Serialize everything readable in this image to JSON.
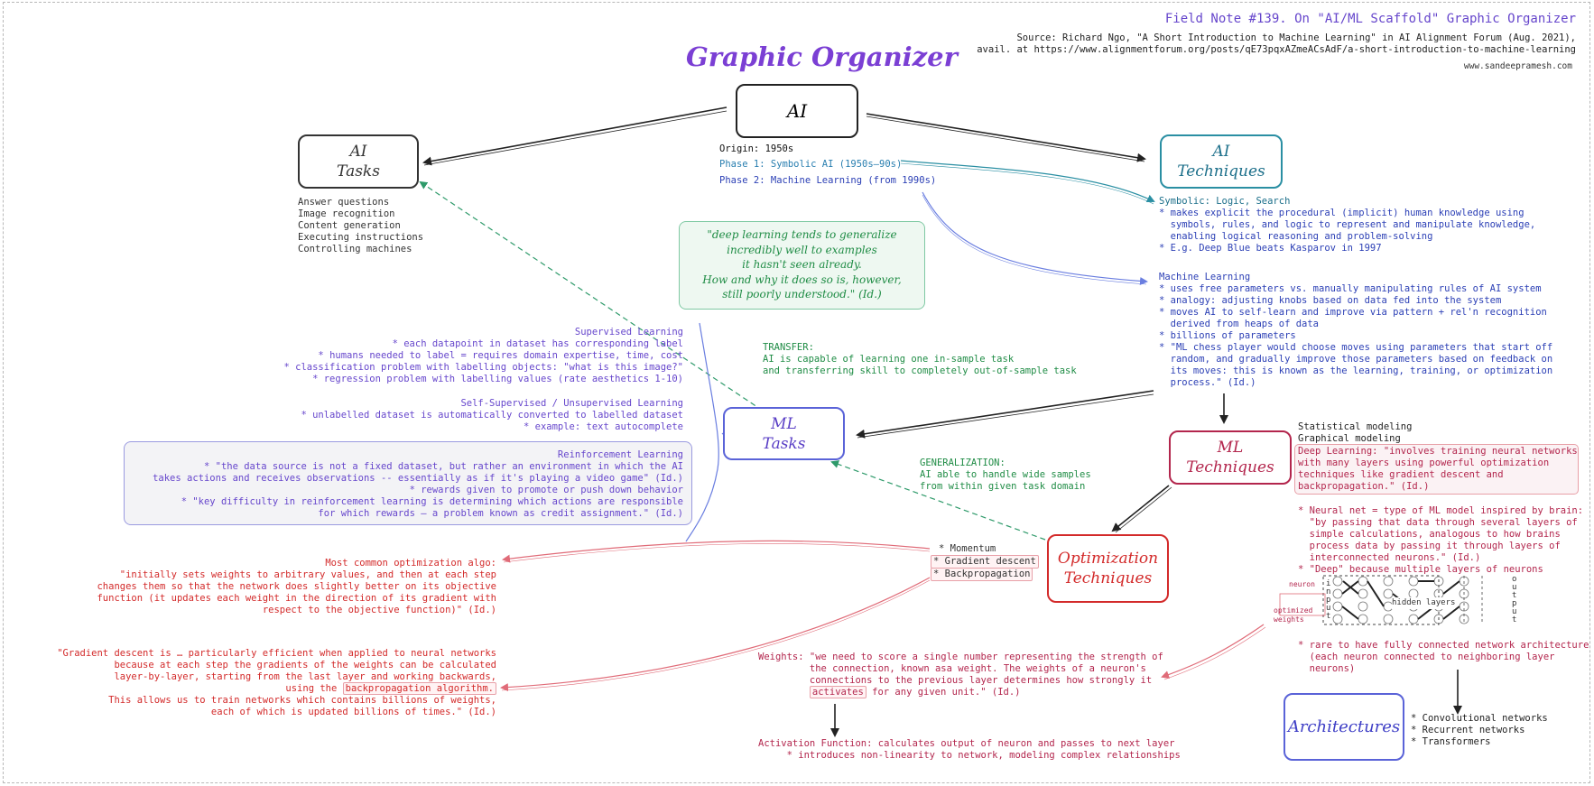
{
  "header": {
    "field_note": "Field Note #139. On \"AI/ML Scaffold\" Graphic Organizer",
    "source_line1": "Source: Richard Ngo, \"A Short Introduction to Machine Learning\" in AI Alignment Forum (Aug. 2021),",
    "source_line2": "avail. at https://www.alignmentforum.org/posts/qE73pqxAZmeACsAdF/a-short-introduction-to-machine-learning",
    "website": "www.sandeepramesh.com"
  },
  "title": "Graphic Organizer",
  "colors": {
    "title": "#7b3fd4",
    "blue": "#2b3fb5",
    "teal": "#1c6f8a",
    "purple": "#6646cc",
    "green": "#1f8c45",
    "red": "#d32a2a",
    "crimson": "#b3264d"
  },
  "nodes": {
    "ai": "AI",
    "ai_tasks": "AI\nTasks",
    "ai_techniques": "AI\nTechniques",
    "ml_tasks": "ML\nTasks",
    "ml_techniques": "ML\nTechniques",
    "optimization_techniques": "Optimization\nTechniques",
    "architectures": "Architectures"
  },
  "ai_origin": {
    "origin": "Origin: 1950s",
    "phase1": "Phase 1: Symbolic AI (1950s–90s)",
    "phase2": "Phase 2: Machine Learning (from 1990s)"
  },
  "ai_tasks_list": "Answer questions\nImage recognition\nContent generation\nExecuting instructions\nControlling machines",
  "symbolic": {
    "heading": "Symbolic: Logic, Search",
    "body": "* makes explicit the procedural (implicit) human knowledge using\n  symbols, rules, and logic to represent and manipulate knowledge,\n  enabling logical reasoning and problem-solving\n* E.g. Deep Blue beats Kasparov in 1997"
  },
  "machine_learning": {
    "heading": "Machine Learning",
    "body": "* uses free parameters vs. manually manipulating rules of AI system\n* analogy: adjusting knobs based on data fed into the system\n* moves AI to self-learn and improve via pattern + rel'n recognition\n  derived from heaps of data\n* billions of parameters\n* \"ML chess player would choose moves using parameters that start off\n  random, and gradually improve those parameters based on feedback on\n  its moves: this is known as the learning, training, or optimization\n  process.\" (Id.)"
  },
  "quote": "\"deep learning tends to generalize\nincredibly well to examples\nit hasn't seen already.\nHow and why it does so is, however,\nstill poorly understood.\" (Id.)",
  "transfer": "TRANSFER:\nAI is capable of learning one in-sample task\nand transferring skill to completely out-of-sample task",
  "generalization": "GENERALIZATION:\nAI able to handle wide samples\nfrom within given task domain",
  "supervised": "Supervised Learning\n* each datapoint in dataset has corresponding label\n* humans needed to label = requires domain expertise, time, cost\n* classification problem with labelling objects: \"what is this image?\"\n* regression problem with labelling values (rate aesthetics 1-10)",
  "self_supervised": "Self-Supervised / Unsupervised Learning\n* unlabelled dataset is automatically converted to labelled dataset\n* example: text autocomplete",
  "reinforcement": "Reinforcement Learning\n* \"the data source is not a fixed dataset, but rather an environment in which the AI\ntakes actions and receives observations -- essentially as if it's playing a video game\" (Id.)\n* rewards given to promote or push down behavior\n* \"key difficulty in reinforcement learning is determining which actions are responsible\nfor which rewards – a problem known as credit assignment.\" (Id.)",
  "ml_modeling": "Statistical modeling\nGraphical modeling",
  "deep_learning": "Deep Learning: \"involves training neural networks\nwith many layers using powerful optimization\ntechniques like gradient descent and\nbackpropagation.\" (Id.)",
  "neural_net": "* Neural net = type of ML model inspired by brain:\n  \"by passing that data through several layers of\n  simple calculations, analogous to how brains\n  process data by passing it through layers of\n  interconnected neurons.\" (Id.)\n* \"Deep\" because multiple layers of neurons",
  "nn_diagram": {
    "neuron": "neuron",
    "optimized_weights": "optimized\nweights",
    "input": "input",
    "hidden": "hidden layers",
    "output": "output"
  },
  "fully_connected": "* rare to have fully connected network architecture\n  (each neuron connected to neighboring layer\n  neurons)",
  "architectures_list": "* Convolutional networks\n* Recurrent networks\n* Transformers",
  "opt_items": [
    "* Momentum",
    "* Gradient descent",
    "* Backpropagation"
  ],
  "gradient_descent_note": "Most common optimization algo:\n\"initially sets weights to arbitrary values, and then at each step\nchanges them so that the network does slightly better on its objective\nfunction (it updates each weight in the direction of its gradient with\nrespect to the objective function)\" (Id.)",
  "backprop_note": {
    "before": "\"Gradient descent is … particularly efficient when applied to neural networks\nbecause at each step the gradients of the weights can be calculated\nlayer-by-layer, starting from the last layer and working backwards,\nusing the ",
    "highlight": "backpropagation algorithm.",
    "after": "\nThis allows us to train networks which contains billions of weights,\neach of which is updated billions of times.\" (Id.)"
  },
  "weights_note": {
    "before": "Weights: \"we need to score a single number representing the strength of\n         the connection, known asa weight. The weights of a neuron's\n         connections to the previous layer determines how strongly it\n         ",
    "highlight": "activates",
    "after": " for any given unit.\" (Id.)"
  },
  "activation_note": "Activation Function: calculates output of neuron and passes to next layer\n     * introduces non-linearity to network, modeling complex relationships"
}
